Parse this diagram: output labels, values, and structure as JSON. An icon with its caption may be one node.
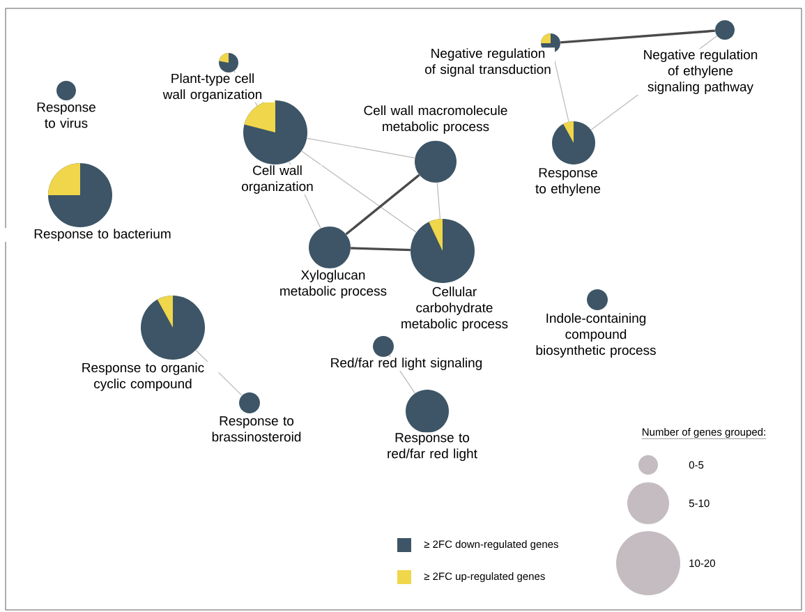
{
  "diagram": {
    "nodes": [
      {
        "text": [
          "Response to virus"
        ]
      },
      {
        "text": [
          "Response to bacterium"
        ]
      },
      {
        "text": [
          "Plant-type cell wall organization"
        ]
      },
      {
        "text": [
          "Cell wall organization"
        ]
      },
      {
        "text": [
          "Cell wall macromolecule metabolic process"
        ]
      },
      {
        "text": [
          "Xyloglucan metabolic process"
        ]
      },
      {
        "text": [
          "Cellular carbohydrate metabolic process"
        ]
      },
      {
        "text": [
          "Negative regulation of signal transduction"
        ]
      },
      {
        "text": [
          "Negative regulation of ethylene signaling pathway"
        ]
      },
      {
        "text": [
          "Response to ethylene"
        ]
      },
      {
        "text": [
          "Indole-containing compound biosynthetic process"
        ]
      },
      {
        "text": [
          "Response to organic cyclic compound"
        ]
      },
      {
        "text": [
          "Response to brassinosteroid"
        ]
      },
      {
        "text": [
          "Red/far red light signaling"
        ]
      },
      {
        "text": [
          "Response to red/far red light"
        ]
      }
    ],
    "edges": [
      {
        "from": 2,
        "to": 3,
        "arrow": "none"
      },
      {
        "from": 3,
        "to": 4,
        "arrow": "none"
      },
      {
        "from": 3,
        "to": 5,
        "arrow": "none"
      },
      {
        "from": 3,
        "to": 6,
        "arrow": "none"
      },
      {
        "from": 4,
        "to": 5,
        "arrow": "none",
        "style": "thick",
        "color": "#4a4a4a"
      },
      {
        "from": 4,
        "to": 6,
        "arrow": "none"
      },
      {
        "from": 5,
        "to": 6,
        "arrow": "none",
        "style": "thick",
        "color": "#4a4a4a"
      },
      {
        "from": 7,
        "to": 8,
        "arrow": "none",
        "style": "thick",
        "color": "#4a4a4a"
      },
      {
        "from": 7,
        "to": 9,
        "arrow": "none"
      },
      {
        "from": 8,
        "to": 9,
        "arrow": "none"
      },
      {
        "from": 11,
        "to": 12,
        "arrow": "none"
      },
      {
        "from": 13,
        "to": 14,
        "arrow": "none"
      }
    ],
    "labels": [
      "Number of genes grouped:"
    ],
    "legend": [
      {
        "text": "≥ 2FC down-regulated genes",
        "color": "#3d5566"
      },
      {
        "text": "≥ 2FC up-regulated genes",
        "color": "#f0d64a"
      },
      {
        "text": "0-5"
      },
      {
        "text": "5-10"
      },
      {
        "text": "10-20"
      }
    ]
  }
}
